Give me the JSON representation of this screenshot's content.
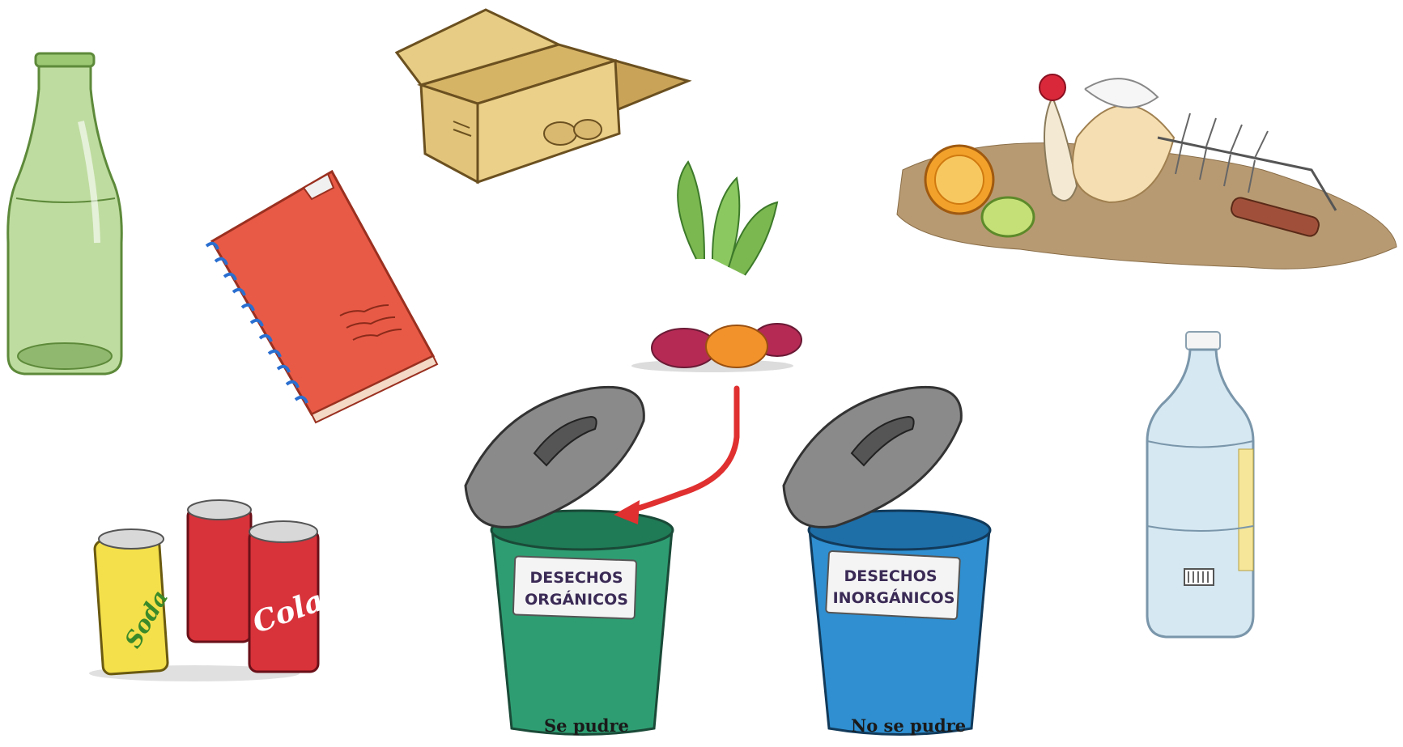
{
  "bins": [
    {
      "label_line1": "DESECHOS",
      "label_line2": "ORGÁNICOS",
      "caption": "Se pudre",
      "color": "#2e9e72"
    },
    {
      "label_line1": "DESECHOS",
      "label_line2": "INORGÁNICOS",
      "caption": "No se pudre",
      "color": "#2f8fd0"
    }
  ],
  "arrow_color": "#e03030",
  "items": [
    {
      "name": "glass-bottle",
      "color": "#9cc874"
    },
    {
      "name": "cardboard-box",
      "color": "#e2c57a"
    },
    {
      "name": "spiral-notebook",
      "color": "#e8604a"
    },
    {
      "name": "vegetables",
      "color": "#7cb850"
    },
    {
      "name": "food-scraps",
      "color": "#b89a72"
    },
    {
      "name": "plastic-bottle",
      "color": "#d6e8f2"
    },
    {
      "name": "soda-cans",
      "color": "#d8323a"
    }
  ],
  "labels": {
    "soda_can": "Soda",
    "cola_can": "Cola"
  }
}
